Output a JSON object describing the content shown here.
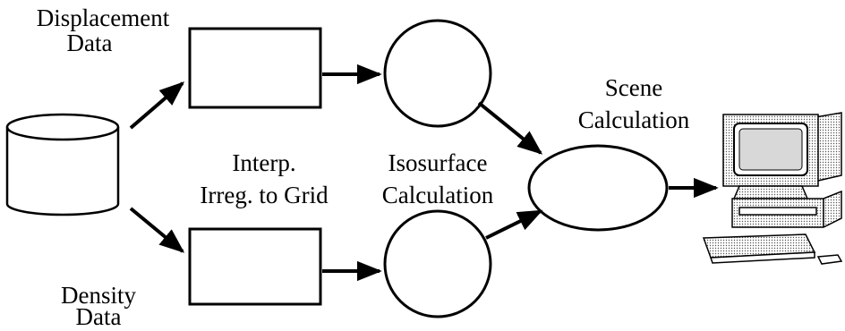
{
  "labels": {
    "displacement": [
      "Displacement",
      "Data"
    ],
    "density": [
      "Density",
      "Data"
    ],
    "interp": [
      "Interp.",
      "Irreg. to Grid"
    ],
    "isosurface": [
      "Isosurface",
      "Calculation"
    ],
    "scene": [
      "Scene",
      "Calculation"
    ]
  },
  "colors": {
    "stroke": "#000000",
    "background": "#ffffff",
    "screen_fill": "#d8d8d8"
  },
  "icons": [
    "database-icon",
    "computer-workstation-icon"
  ]
}
